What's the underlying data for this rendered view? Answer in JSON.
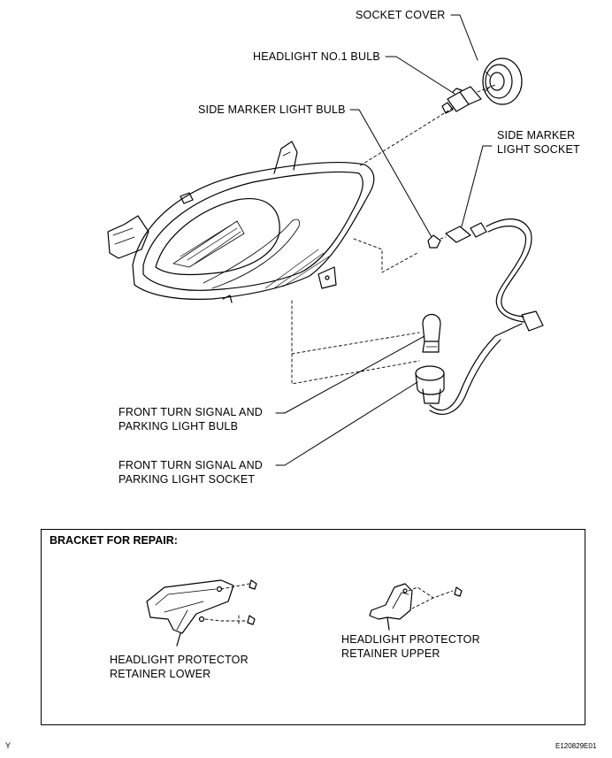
{
  "labels": {
    "socket_cover": "SOCKET COVER",
    "headlight_bulb": "HEADLIGHT NO.1 BULB",
    "side_marker_bulb": "SIDE MARKER LIGHT BULB",
    "side_marker_socket_1": "SIDE MARKER",
    "side_marker_socket_2": "LIGHT SOCKET",
    "turn_bulb_1": "FRONT TURN SIGNAL AND",
    "turn_bulb_2": "PARKING LIGHT BULB",
    "turn_socket_1": "FRONT TURN SIGNAL AND",
    "turn_socket_2": "PARKING LIGHT SOCKET"
  },
  "bracket_box": {
    "title": "BRACKET FOR REPAIR:",
    "upper_1": "HEADLIGHT PROTECTOR",
    "upper_2": "RETAINER UPPER",
    "lower_1": "HEADLIGHT PROTECTOR",
    "lower_2": "RETAINER  LOWER"
  },
  "footer": {
    "left": "Y",
    "right": "E120829E01"
  }
}
